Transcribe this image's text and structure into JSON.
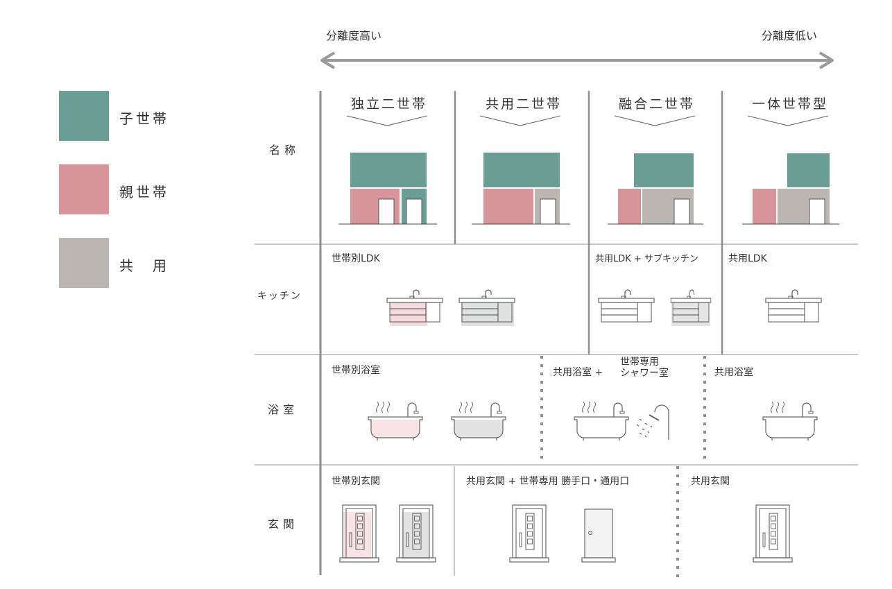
{
  "scale": {
    "left": "分離度高い",
    "right": "分離度低い"
  },
  "legend": [
    {
      "label": "子世帯",
      "color": "#6a9d93"
    },
    {
      "label": "親世帯",
      "color": "#d7949a"
    },
    {
      "label": "共　用",
      "color": "#bbb6b2"
    }
  ],
  "rows": {
    "name": "名称",
    "kitchen": "キッチン",
    "bath": "浴室",
    "entrance": "玄関"
  },
  "types": [
    "独立二世帯",
    "共用二世帯",
    "融合二世帯",
    "一体世帯型"
  ],
  "kitchen": {
    "separate": "世帯別LDK",
    "shared_sub": "共用LDK + サブキッチン",
    "shared": "共用LDK"
  },
  "bath": {
    "separate": "世帯別浴室",
    "shared_a": "共用浴室 +",
    "exclusive_top": "世帯専用",
    "exclusive_bottom": "シャワー室",
    "shared": "共用浴室"
  },
  "entrance": {
    "separate": "世帯別玄関",
    "shared_sub": "共用玄関 + 世帯専用 勝手口・通用口",
    "shared": "共用玄関"
  },
  "colors": {
    "child": "#6a9d93",
    "parent": "#d7949a",
    "shared": "#bbb6b2",
    "line": "#8f8f8f",
    "arrow": "#9a9a9a"
  }
}
